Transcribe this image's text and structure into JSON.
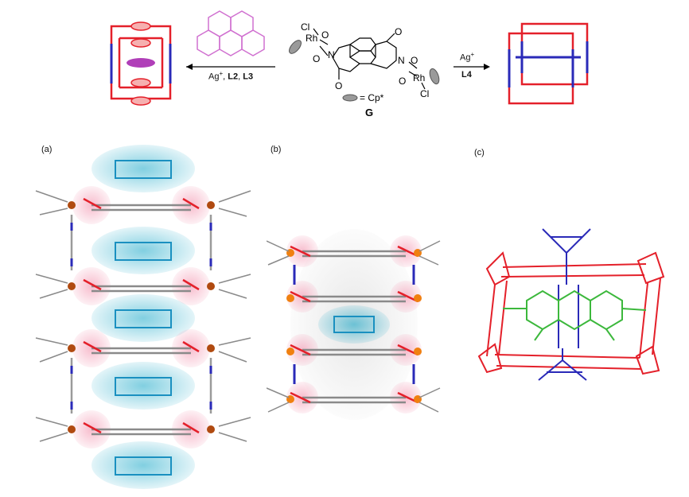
{
  "scheme": {
    "left_arrow_reagents": {
      "ag": "Ag",
      "plus": "+",
      "sep1": ", ",
      "l2": "L2",
      "sep2": ", ",
      "l3": "L3"
    },
    "right_arrow_reagents": {
      "ag": "Ag",
      "plus": "+",
      "l4": "L4"
    },
    "complex_label": "G",
    "cp_legend": "= Cp*",
    "atoms": {
      "rh": "Rh",
      "cl": "Cl",
      "o": "O",
      "n": "N"
    }
  },
  "panels": {
    "a": "(a)",
    "b": "(b)",
    "c": "(c)"
  },
  "colors": {
    "red": "#e4202a",
    "blue": "#2a2ab8",
    "magenta": "#b03fb8",
    "pyrene": "#d070d0",
    "cyan": "#1aa8c8",
    "pink": "#f4b8c8",
    "green": "#3cb83c",
    "orange": "#f08010",
    "gray": "#9a9a9a"
  }
}
